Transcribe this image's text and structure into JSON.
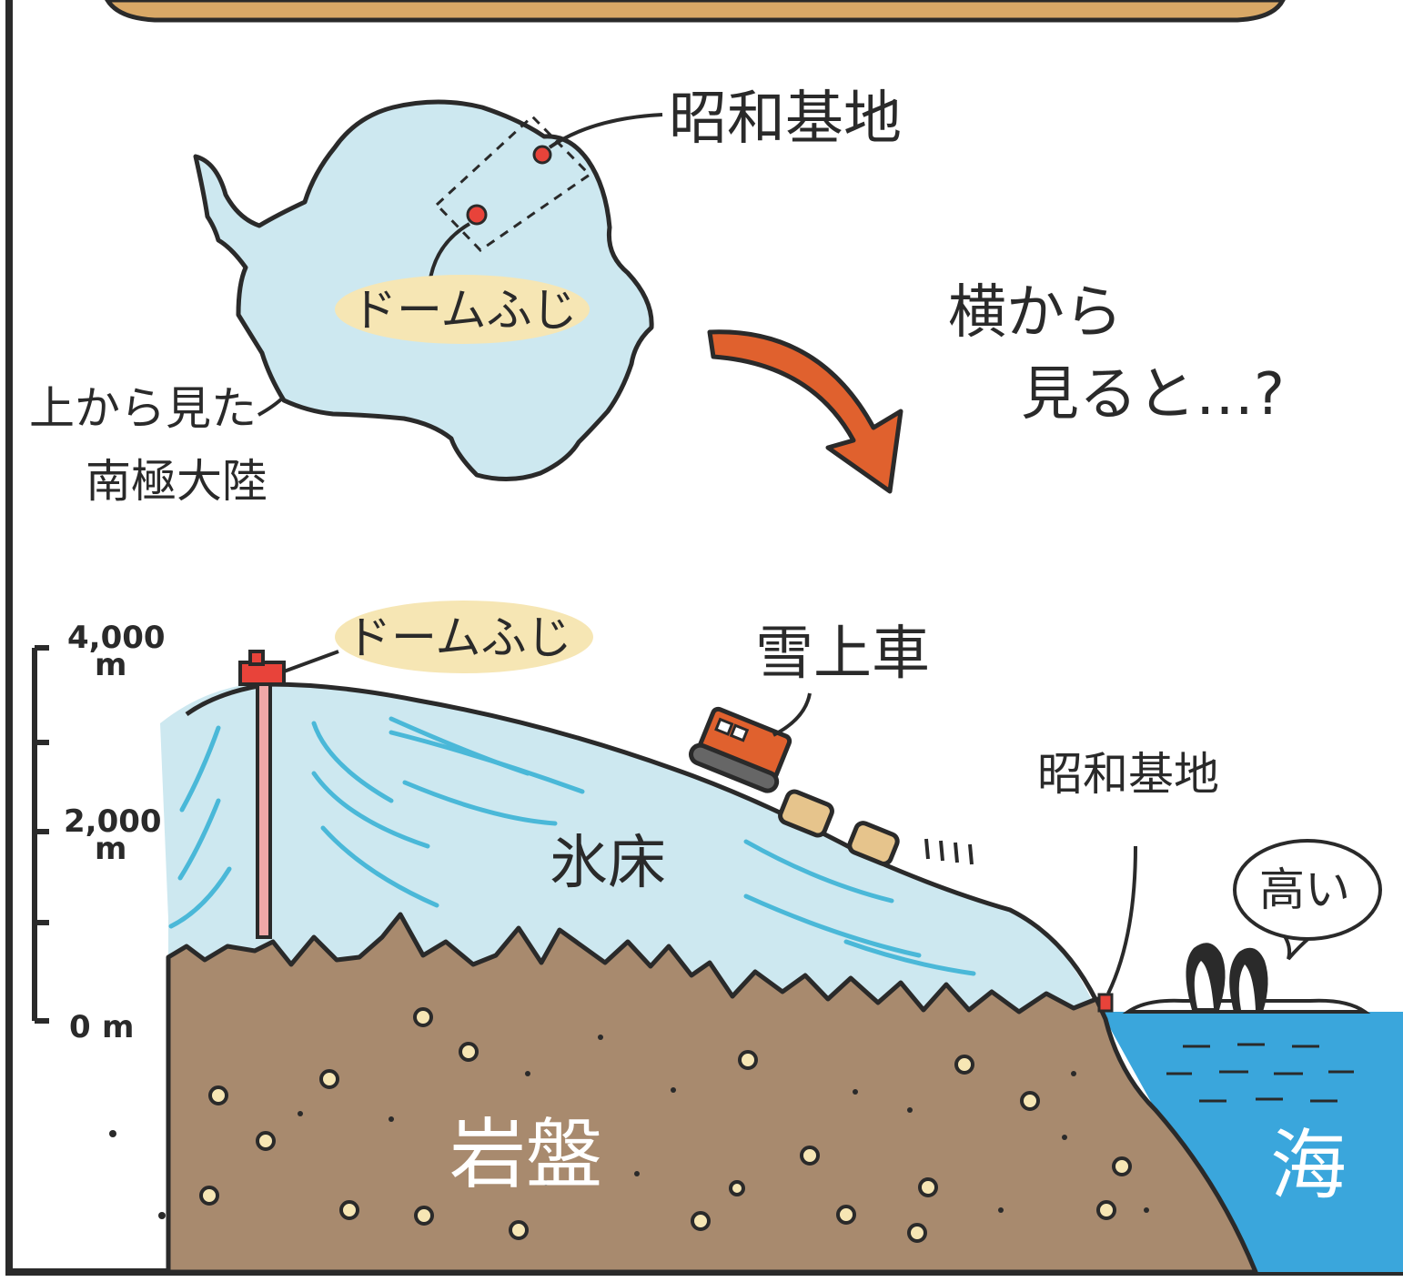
{
  "labels": {
    "showa_base_top": "昭和基地",
    "dome_fuji_top": "ドームふじ",
    "antarctica_line1": "上から見た",
    "antarctica_line2": "南極大陸",
    "side_view_line1": "横から",
    "side_view_line2": "見ると…?",
    "dome_fuji_side": "ドームふじ",
    "snow_vehicle": "雪上車",
    "showa_base_side": "昭和基地",
    "ice_sheet": "氷床",
    "bedrock": "岩盤",
    "sea": "海",
    "penguin_speech": "高い"
  },
  "altitude_scale": {
    "ticks": [
      {
        "value": "4,000",
        "unit": "m"
      },
      {
        "value": "2,000",
        "unit": "m"
      },
      {
        "value": "0",
        "unit": "m"
      }
    ]
  },
  "colors": {
    "ice": "#cde8f0",
    "ice_stripes": "#4ab8d8",
    "bedrock": "#a88a6e",
    "sea": "#3aa6dc",
    "arrow": "#e0612e",
    "marker_red": "#e8433a",
    "label_highlight": "#f6e6b4",
    "top_bar": "#d9a866",
    "outline": "#2a2a2a"
  },
  "icons": [
    "curved-arrow-icon",
    "penguin-icon",
    "snow-vehicle-icon",
    "station-marker-icon",
    "speech-bubble-icon"
  ]
}
